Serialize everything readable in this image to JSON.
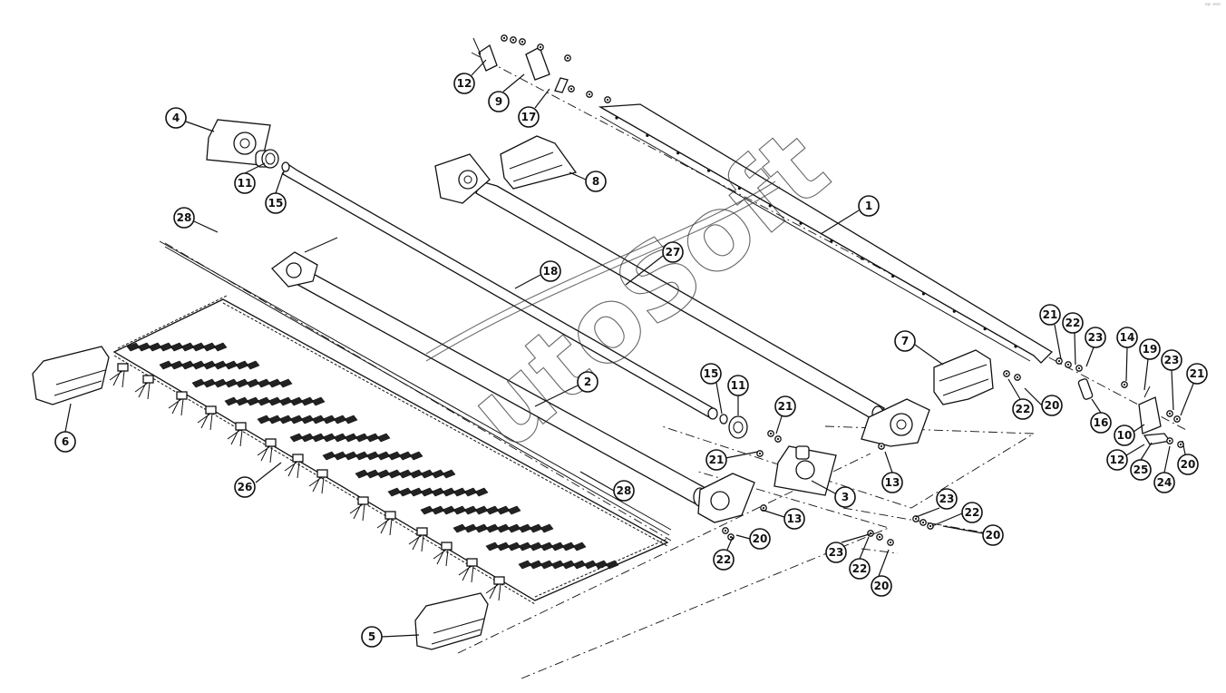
{
  "diagram": {
    "watermark": "utoSoft",
    "corner_mark": "ᵉᵖ ᵒᵒᵒ",
    "callouts": [
      {
        "id": "c1",
        "label": "1"
      },
      {
        "id": "c2",
        "label": "2"
      },
      {
        "id": "c3",
        "label": "3"
      },
      {
        "id": "c4",
        "label": "4"
      },
      {
        "id": "c5",
        "label": "5"
      },
      {
        "id": "c6",
        "label": "6"
      },
      {
        "id": "c7",
        "label": "7"
      },
      {
        "id": "c8",
        "label": "8"
      },
      {
        "id": "c9",
        "label": "9"
      },
      {
        "id": "c10",
        "label": "10"
      },
      {
        "id": "c11a",
        "label": "11"
      },
      {
        "id": "c11b",
        "label": "11"
      },
      {
        "id": "c12a",
        "label": "12"
      },
      {
        "id": "c12b",
        "label": "12"
      },
      {
        "id": "c13a",
        "label": "13"
      },
      {
        "id": "c13b",
        "label": "13"
      },
      {
        "id": "c14",
        "label": "14"
      },
      {
        "id": "c15a",
        "label": "15"
      },
      {
        "id": "c15b",
        "label": "15"
      },
      {
        "id": "c16",
        "label": "16"
      },
      {
        "id": "c17",
        "label": "17"
      },
      {
        "id": "c18",
        "label": "18"
      },
      {
        "id": "c19",
        "label": "19"
      },
      {
        "id": "c20a",
        "label": "20"
      },
      {
        "id": "c20b",
        "label": "20"
      },
      {
        "id": "c20c",
        "label": "20"
      },
      {
        "id": "c20d",
        "label": "20"
      },
      {
        "id": "c20e",
        "label": "20"
      },
      {
        "id": "c21a",
        "label": "21"
      },
      {
        "id": "c21b",
        "label": "21"
      },
      {
        "id": "c21c",
        "label": "21"
      },
      {
        "id": "c21d",
        "label": "21"
      },
      {
        "id": "c22a",
        "label": "22"
      },
      {
        "id": "c22b",
        "label": "22"
      },
      {
        "id": "c22c",
        "label": "22"
      },
      {
        "id": "c22d",
        "label": "22"
      },
      {
        "id": "c22e",
        "label": "22"
      },
      {
        "id": "c23a",
        "label": "23"
      },
      {
        "id": "c23b",
        "label": "23"
      },
      {
        "id": "c23c",
        "label": "23"
      },
      {
        "id": "c23d",
        "label": "23"
      },
      {
        "id": "c24",
        "label": "24"
      },
      {
        "id": "c25",
        "label": "25"
      },
      {
        "id": "c26",
        "label": "26"
      },
      {
        "id": "c27",
        "label": "27"
      },
      {
        "id": "c28a",
        "label": "28"
      },
      {
        "id": "c28b",
        "label": "28"
      }
    ]
  }
}
